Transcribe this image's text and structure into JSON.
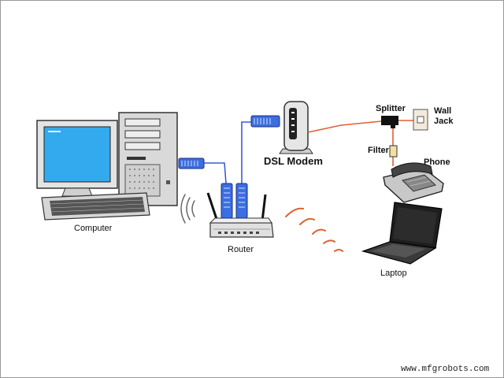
{
  "labels": {
    "computer": "Computer",
    "router": "Router",
    "laptop": "Laptop",
    "dsl_modem": "DSL Modem",
    "splitter": "Splitter",
    "wall": "Wall",
    "jack": "Jack",
    "filter": "Filter",
    "phone": "Phone"
  },
  "watermark": "www.mfgrobots.com",
  "colors": {
    "ethernet_cable": "#3b5bd6",
    "phone_line": "#e06030",
    "wifi_waves": "#e06030",
    "screen": "#33aaee"
  }
}
